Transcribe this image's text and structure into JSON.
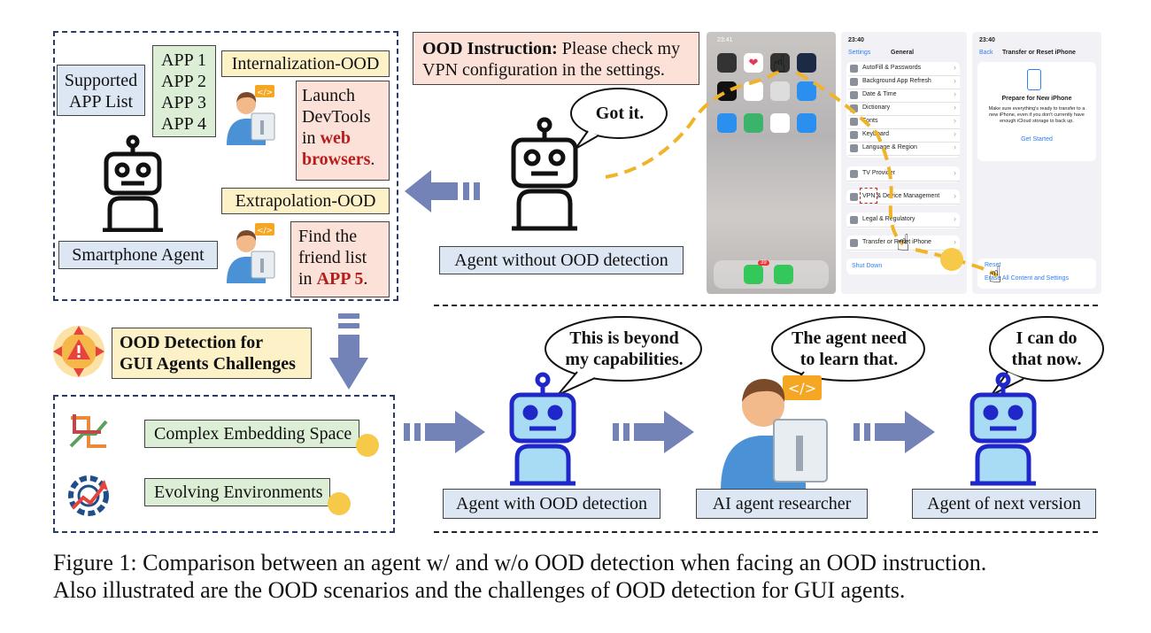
{
  "top_left_panel": {
    "supported_app_list": "Supported APP List",
    "apps": [
      "APP 1",
      "APP 2",
      "APP 3",
      "APP 4"
    ],
    "internalization_label": "Internalization-OOD",
    "internalization_task": [
      "Launch",
      "DevTools",
      "in "
    ],
    "internalization_task_red": [
      "web",
      "browsers"
    ],
    "internalization_task_end": ".",
    "extrapolation_label": "Extrapolation-OOD",
    "extrapolation_task": [
      "Find the",
      "friend list",
      "in "
    ],
    "extrapolation_task_red": "APP 5",
    "extrapolation_task_end": ".",
    "agent_label": "Smartphone Agent"
  },
  "instruction": {
    "bold": "OOD Instruction:",
    "line1": " Please check my",
    "line2": "VPN configuration in the settings."
  },
  "agent_without": {
    "speech": "Got it.",
    "label": "Agent without OOD detection"
  },
  "phone_screens": {
    "home": {
      "time": "23:41",
      "badge": "39"
    },
    "general": {
      "time": "23:40",
      "back": "Settings",
      "title": "General",
      "rows": [
        "AutoFill & Passwords",
        "Background App Refresh",
        "Date & Time",
        "Dictionary",
        "Fonts",
        "Keyboard",
        "Language & Region",
        "TV Provider",
        "VPN & Device Management",
        "Legal & Regulatory",
        "Transfer or Reset iPhone",
        "Shut Down"
      ]
    },
    "transfer": {
      "time": "23:40",
      "back": "Back",
      "title": "Transfer or Reset iPhone",
      "card_title": "Prepare for New iPhone",
      "card_body": "Make sure everything's ready to transfer to a new iPhone, even if you don't currently have enough iCloud storage to back up.",
      "link": "Get Started",
      "reset": "Reset",
      "erase": "Erase All Content and Settings"
    }
  },
  "challenges": {
    "title_line1": "OOD Detection for",
    "title_line2": "GUI Agents Challenges",
    "items": [
      "Complex Embedding Space",
      "Evolving Environments"
    ]
  },
  "bottom_flow": {
    "agent_with_speech": [
      "This is beyond",
      "my capabilities."
    ],
    "agent_with_label": "Agent with OOD detection",
    "researcher_speech": [
      "The agent need",
      "to learn that."
    ],
    "researcher_label": "AI agent researcher",
    "next_speech": [
      "I can do",
      "that now."
    ],
    "next_label": "Agent of next version"
  },
  "caption": {
    "line1": "Figure 1: Comparison between an agent w/ and w/o OOD detection when facing an OOD instruction.",
    "line2": "Also illustrated are the OOD scenarios and the challenges of OOD detection for GUI agents."
  },
  "colors": {
    "arrow": "#7383b8",
    "robot_outline": "#111111",
    "robot_blue": "#1f27c9",
    "robot_face": "#a8dcf5",
    "dash_yellow": "#f0b429",
    "label_blue": "#dde7f3",
    "label_yellow": "#fdf1c8",
    "label_green": "#dcefd6",
    "label_pink": "#fbe1d8"
  }
}
